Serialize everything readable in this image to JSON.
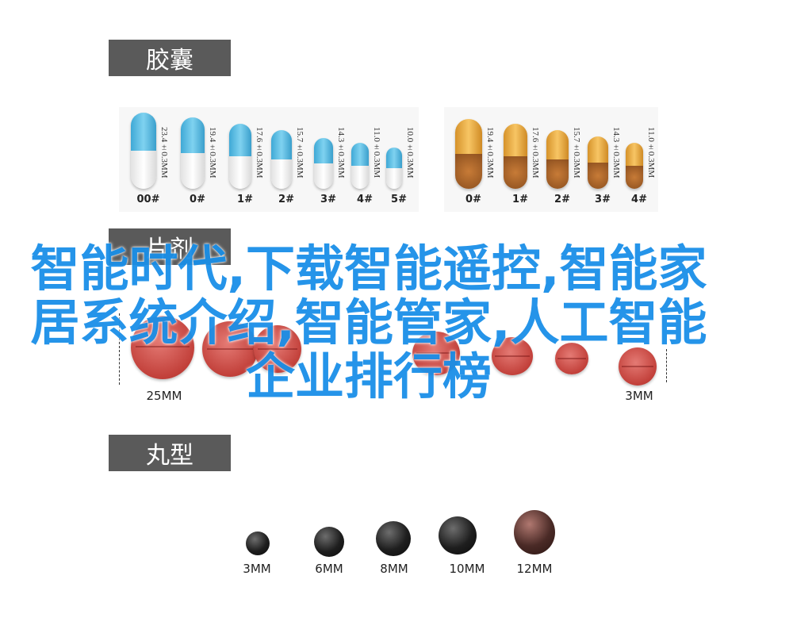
{
  "sections": {
    "capsule": "胶囊",
    "tablet": "片剂",
    "pill": "丸型"
  },
  "capsules_blue": [
    {
      "size": "00#",
      "dim": "23.4±0.3MM"
    },
    {
      "size": "0#",
      "dim": "19.4±0.3MM"
    },
    {
      "size": "1#",
      "dim": "17.6±0.3MM"
    },
    {
      "size": "2#",
      "dim": "15.7±0.3MM"
    },
    {
      "size": "3#",
      "dim": "14.3±0.3MM"
    },
    {
      "size": "4#",
      "dim": "11.0±0.3MM"
    },
    {
      "size": "5#",
      "dim": "10.0±0.3MM"
    }
  ],
  "capsules_orange": [
    {
      "size": "0#",
      "dim": "19.4±0.3MM"
    },
    {
      "size": "1#",
      "dim": "17.6±0.3MM"
    },
    {
      "size": "2#",
      "dim": "15.7±0.3MM"
    },
    {
      "size": "3#",
      "dim": "14.3±0.3MM"
    },
    {
      "size": "4#",
      "dim": "11.0±0.3MM"
    }
  ],
  "tablets": {
    "left_label": "25MM",
    "right_label": "3MM"
  },
  "pills": [
    {
      "label": "3MM"
    },
    {
      "label": "6MM"
    },
    {
      "label": "8MM"
    },
    {
      "label": "10MM"
    },
    {
      "label": "12MM"
    }
  ],
  "overlay": {
    "title": "智能时代,下载智能遥控,智能家居系统介绍,智能管家,人工智能企业排行榜",
    "color": "#1a8fe8"
  }
}
